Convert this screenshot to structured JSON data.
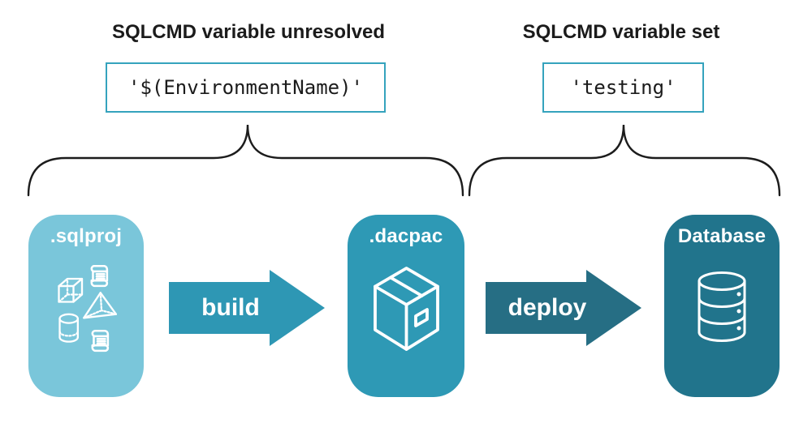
{
  "headers": {
    "left": "SQLCMD variable unresolved",
    "right": "SQLCMD variable set"
  },
  "code_samples": {
    "unresolved": "'$(EnvironmentName)'",
    "resolved": "'testing'"
  },
  "stages": [
    {
      "label": ".sqlproj",
      "icon": "sql-objects-icon",
      "color": "#7AC6DA"
    },
    {
      "label": ".dacpac",
      "icon": "package-icon",
      "color": "#2E99B5"
    },
    {
      "label": "Database",
      "icon": "database-icon",
      "color": "#21748C"
    }
  ],
  "arrows": [
    {
      "label": "build",
      "color": "#2E97B4"
    },
    {
      "label": "deploy",
      "color": "#266E84"
    }
  ],
  "colors": {
    "code_box_border": "#35A3BD",
    "brace": "#1C1C1C",
    "heading_text": "#1B1B1B",
    "stage_text": "#FFFFFF"
  }
}
